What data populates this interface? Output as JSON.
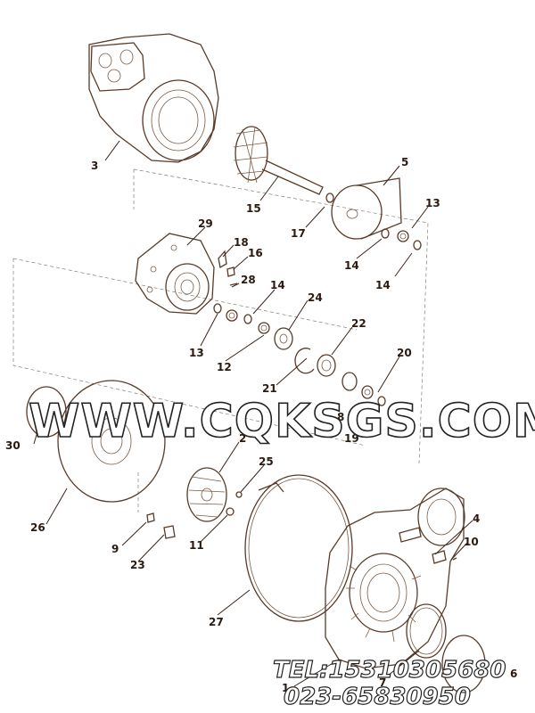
{
  "callouts": [
    {
      "id": "3",
      "text": "3"
    },
    {
      "id": "15",
      "text": "15"
    },
    {
      "id": "5",
      "text": "5"
    },
    {
      "id": "13a",
      "text": "13"
    },
    {
      "id": "17",
      "text": "17"
    },
    {
      "id": "14a",
      "text": "14"
    },
    {
      "id": "14b",
      "text": "14"
    },
    {
      "id": "29",
      "text": "29"
    },
    {
      "id": "18",
      "text": "18"
    },
    {
      "id": "16",
      "text": "16"
    },
    {
      "id": "28",
      "text": "28"
    },
    {
      "id": "14c",
      "text": "14"
    },
    {
      "id": "24",
      "text": "24"
    },
    {
      "id": "13b",
      "text": "13"
    },
    {
      "id": "12",
      "text": "12"
    },
    {
      "id": "22",
      "text": "22"
    },
    {
      "id": "20",
      "text": "20"
    },
    {
      "id": "21",
      "text": "21"
    },
    {
      "id": "8",
      "text": "8"
    },
    {
      "id": "19",
      "text": "19"
    },
    {
      "id": "30",
      "text": "30"
    },
    {
      "id": "2",
      "text": "2"
    },
    {
      "id": "25",
      "text": "25"
    },
    {
      "id": "26",
      "text": "26"
    },
    {
      "id": "9",
      "text": "9"
    },
    {
      "id": "23",
      "text": "23"
    },
    {
      "id": "11",
      "text": "11"
    },
    {
      "id": "4",
      "text": "4"
    },
    {
      "id": "10",
      "text": "10"
    },
    {
      "id": "27",
      "text": "27"
    },
    {
      "id": "1",
      "text": "1"
    },
    {
      "id": "7",
      "text": "7"
    },
    {
      "id": "6",
      "text": "6"
    }
  ],
  "watermark": {
    "site": "WWW.CQKSGS.COM",
    "tel": "TEL:15310305680",
    "phone": "023-65830950"
  },
  "colors": {
    "line": "#5a3a28",
    "label": "#2a1a10"
  }
}
